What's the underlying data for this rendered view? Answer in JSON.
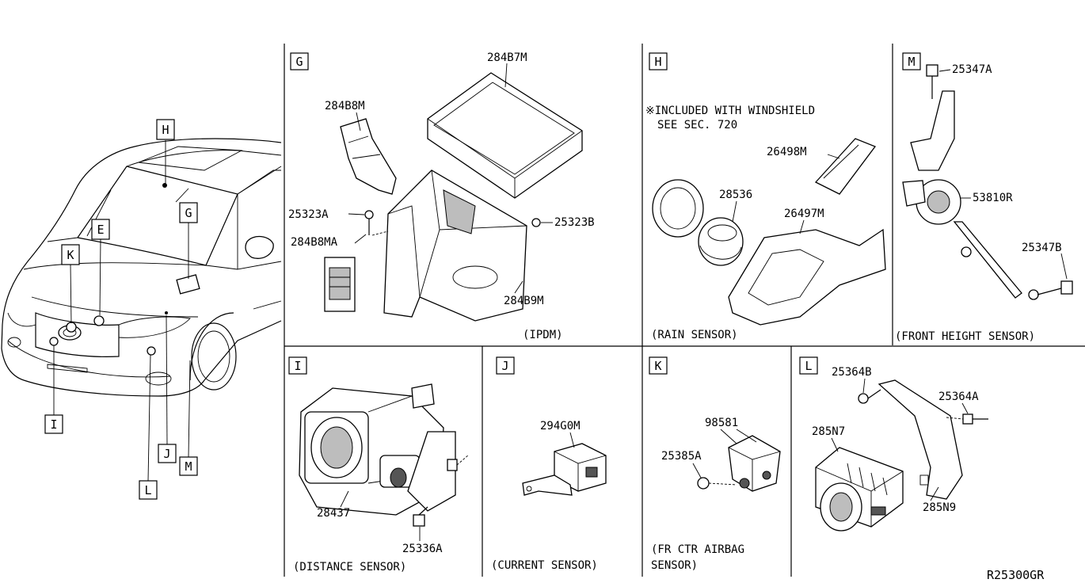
{
  "footer_code": "R25300GR",
  "car_callouts": [
    "H",
    "G",
    "E",
    "K",
    "I",
    "J",
    "L",
    "M"
  ],
  "panels": {
    "G": {
      "letter": "G",
      "caption": "(IPDM)",
      "parts": [
        "284B7M",
        "284B8M",
        "25323A",
        "284B8MA",
        "25323B",
        "284B9M"
      ]
    },
    "H": {
      "letter": "H",
      "note_line1": "※INCLUDED WITH WINDSHIELD",
      "note_line2": "SEE SEC. 720",
      "caption": "(RAIN SENSOR)",
      "parts": [
        "26498M",
        "28536",
        "26497M"
      ]
    },
    "M": {
      "letter": "M",
      "caption": "(FRONT HEIGHT SENSOR)",
      "parts": [
        "25347A",
        "53810R",
        "25347B"
      ]
    },
    "I": {
      "letter": "I",
      "caption": "(DISTANCE SENSOR)",
      "parts": [
        "28437",
        "25336A"
      ]
    },
    "J": {
      "letter": "J",
      "caption": "(CURRENT SENSOR)",
      "parts": [
        "294G0M"
      ]
    },
    "K": {
      "letter": "K",
      "caption_line1": "(FR CTR AIRBAG",
      "caption_line2": "SENSOR)",
      "parts": [
        "98581",
        "25385A"
      ]
    },
    "L": {
      "letter": "L",
      "parts": [
        "25364B",
        "25364A",
        "285N7",
        "285N9"
      ]
    }
  }
}
